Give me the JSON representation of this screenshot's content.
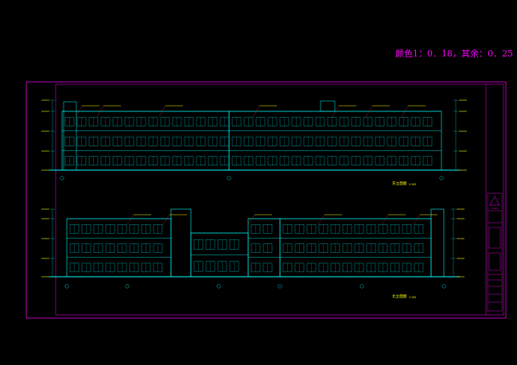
{
  "annotation": {
    "text": "颜色1：0．18，其余：0．25"
  },
  "elevations": [
    {
      "title": "东立面图",
      "scale": "1:100"
    },
    {
      "title": "北立面图",
      "scale": "1:100"
    }
  ],
  "colors": {
    "background": "#000000",
    "frame": "#ff00ff",
    "linework": "#00ffff",
    "windows": "#00d9d9",
    "labels": "#ffff00",
    "leaders": "#ff3333"
  }
}
